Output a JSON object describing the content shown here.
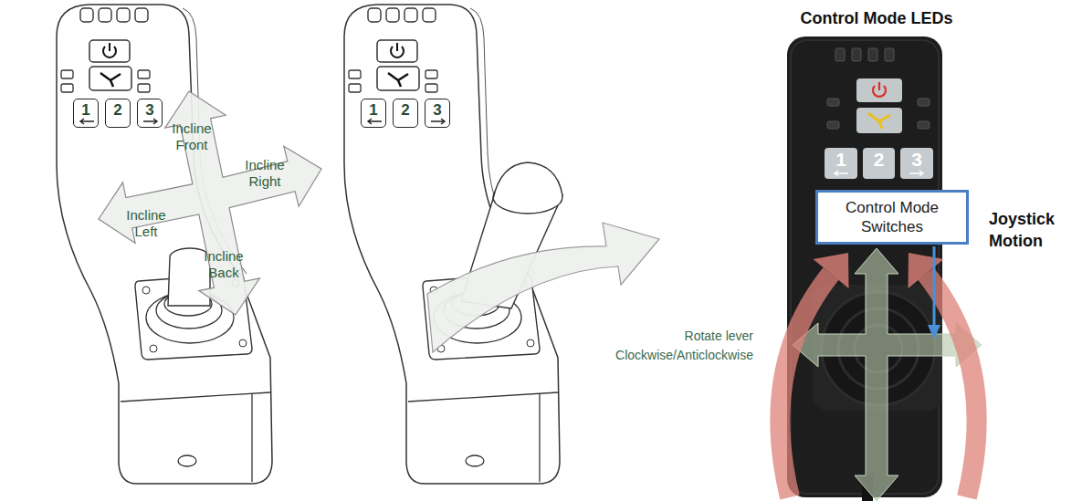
{
  "diagram": {
    "nodes": [
      {
        "text": [
          "1"
        ]
      },
      {
        "text": [
          "2"
        ]
      },
      {
        "text": [
          "3"
        ]
      },
      {
        "text": [
          "Incline Front",
          "Incline Right",
          "Incline Left",
          "Incline Back"
        ]
      },
      {
        "text": [
          "1"
        ]
      },
      {
        "text": [
          "2"
        ]
      },
      {
        "text": [
          "3"
        ]
      },
      {
        "text": [
          "1"
        ]
      },
      {
        "text": [
          "2"
        ]
      },
      {
        "text": [
          "3"
        ]
      },
      {
        "text": [
          "Control Mode Switches"
        ]
      }
    ],
    "labels": [
      "Rotate lever Clockwise/Anticlockwise",
      "Control Mode LEDs",
      "Joystick Motion"
    ]
  }
}
